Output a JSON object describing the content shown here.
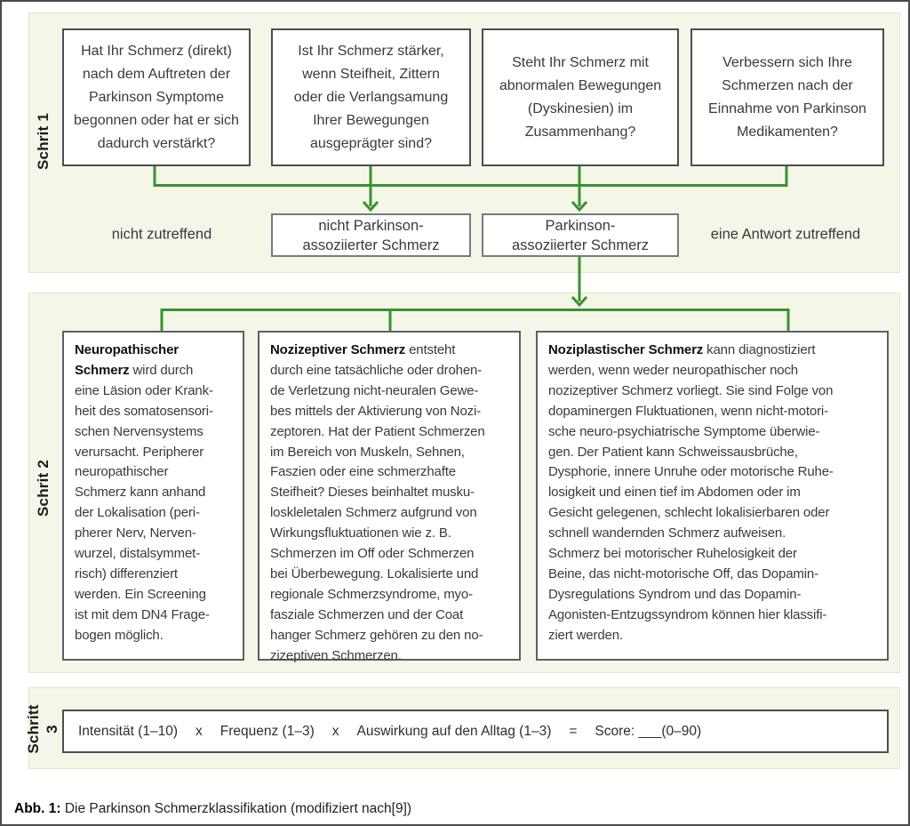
{
  "figure": {
    "caption_label": "Abb. 1:",
    "caption_text": " Die Parkinson Schmerzklassifikation (modifiziert nach[9])"
  },
  "colors": {
    "accent_green": "#3a9130",
    "panel_bg": "#f4f7e8",
    "panel_border": "#e3e6c8",
    "box_border_dark": "#4d4d4d",
    "box_border_gray": "#7a7a7a",
    "text": "#3a3a3a"
  },
  "step1": {
    "label": "Schrit 1",
    "questions": [
      "Hat Ihr Schmerz (direkt)\nnach dem Auftreten der\nParkinson Symptome\nbegonnen oder hat er sich\ndadurch verstärkt?",
      "Ist Ihr Schmerz stärker,\nwenn Steifheit, Zittern\noder die Verlangsamung\nIhrer Bewegungen\nausgeprägter sind?",
      "Steht Ihr Schmerz mit\nabnormalen Bewegungen\n(Dyskinesien) im\nZusammenhang?",
      "Verbessern sich Ihre\nSchmerzen nach der\nEinnahme von Parkinson\nMedikamenten?"
    ],
    "outcome_left_label": "nicht zutreffend",
    "outcome_right_label": "eine Antwort zutreffend",
    "outcomes": [
      "nicht Parkinson-\nassoziierter Schmerz",
      "Parkinson-\nassoziierter Schmerz"
    ]
  },
  "step2": {
    "label": "Schrit 2",
    "boxes": [
      {
        "title": "Neuropathischer\nSchmerz",
        "body": " wird durch\neine Läsion oder Krank-\nheit des somatosensori-\nschen Nervensystems\nverursacht. Peripherer\nneuropathischer\nSchmerz kann anhand\nder Lokalisation (peri-\npherer Nerv, Nerven-\nwurzel, distalsymmet-\nrisch) differenziert\nwerden. Ein Screening\nist mit dem DN4 Frage-\nbogen möglich."
      },
      {
        "title": "Nozizeptiver Schmerz",
        "body": " entsteht\ndurch eine tatsächliche oder drohen-\nde Verletzung nicht-neuralen Gewe-\nbes mittels der Aktivierung von Nozi-\nzeptoren. Hat der Patient Schmerzen\nim Bereich von Muskeln, Sehnen,\nFaszien oder eine schmerzhafte\nSteifheit? Dieses beinhaltet musku-\nloskleletalen Schmerz aufgrund von\nWirkungsfluktuationen wie z. B.\nSchmerzen im Off oder Schmerzen\nbei Überbewegung. Lokalisierte und\nregionale Schmerzsyndrome, myo-\nfasziale Schmerzen und der Coat\nhanger Schmerz gehören zu den no-\nzizeptiven Schmerzen."
      },
      {
        "title": "Noziplastischer Schmerz",
        "body": " kann diagnostiziert\nwerden, wenn weder neuropathischer noch\nnozizeptiver Schmerz vorliegt. Sie sind Folge von\ndopaminergen Fluktuationen, wenn nicht-motori-\nsche neuro-psychiatrische Symptome überwie-\ngen. Der Patient kann Schweissausbrüche,\nDysphorie, innere Unruhe oder motorische Ruhe-\nlosigkeit und einen tief im Abdomen oder im\nGesicht gelegenen, schlecht lokalisierbaren oder\nschnell wandernden Schmerz aufweisen.\nSchmerz bei motorischer Ruhelosigkeit der\nBeine, das nicht-motorische Off, das Dopamin-\nDysregulations Syndrom und das Dopamin-\nAgonisten-Entzugssyndrom können hier klassifi-\nziert werden."
      }
    ]
  },
  "step3": {
    "label": "Schritt\n3",
    "formula": [
      "Intensität (1–10)",
      "x",
      "Frequenz (1–3)",
      "x",
      "Auswirkung auf den Alltag (1–3)",
      "=",
      "Score: ___(0–90)"
    ]
  }
}
